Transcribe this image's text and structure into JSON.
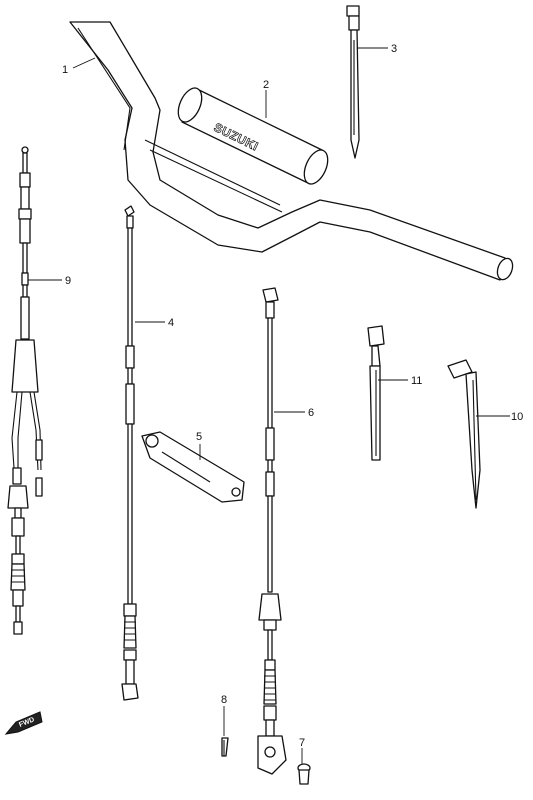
{
  "callouts": {
    "c1": "1",
    "c2": "2",
    "c3": "3",
    "c4": "4",
    "c5": "5",
    "c6": "6",
    "c7": "7",
    "c8": "8",
    "c9": "9",
    "c10": "10",
    "c11": "11"
  },
  "pad_brand": "SUZUKI",
  "forward_marker": "FWD",
  "colors": {
    "line": "#111111",
    "background": "#ffffff"
  }
}
